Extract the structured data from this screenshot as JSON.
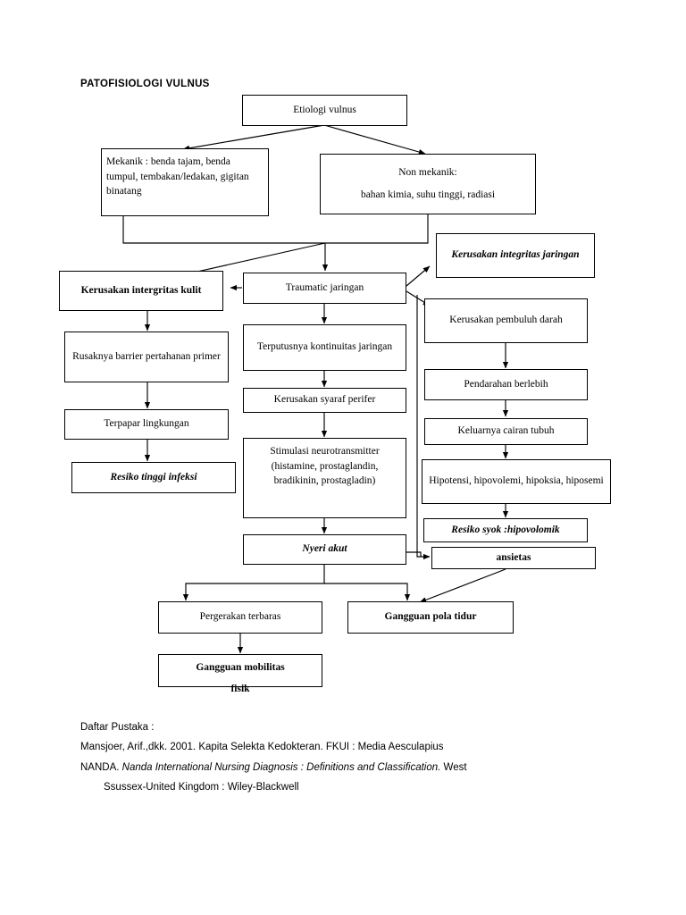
{
  "document": {
    "title": "PATOFISIOLOGI VULNUS"
  },
  "diagram": {
    "type": "flowchart",
    "nodes": [
      {
        "id": "etiologi",
        "label": "Etiologi vulnus"
      },
      {
        "id": "mekanik",
        "label": "Mekanik :  benda tajam, benda tumpul, tembakan/ledakan, gigitan binatang"
      },
      {
        "id": "nonmekanik1",
        "label": "Non mekanik:"
      },
      {
        "id": "nonmekanik2",
        "label": "bahan kimia, suhu tinggi, radiasi"
      },
      {
        "id": "kerusakan_jaringan",
        "label": "Kerusakan integritas jaringan"
      },
      {
        "id": "kerusakan_kulit",
        "label": "Kerusakan intergritas kulit"
      },
      {
        "id": "traumatic",
        "label": "Traumatic jaringan"
      },
      {
        "id": "pembuluh",
        "label": "Kerusakan pembuluh darah"
      },
      {
        "id": "rusak_barrier",
        "label": "Rusaknya barrier pertahanan primer"
      },
      {
        "id": "kontinuitas",
        "label": "Terputusnya kontinuitas jaringan"
      },
      {
        "id": "pendarahan",
        "label": "Pendarahan berlebih"
      },
      {
        "id": "syaraf",
        "label": "Kerusakan syaraf perifer"
      },
      {
        "id": "terpapar",
        "label": "Terpapar lingkungan"
      },
      {
        "id": "keluarnya",
        "label": "Keluarnya cairan tubuh"
      },
      {
        "id": "stimulasi",
        "label": "Stimulasi neurotransmitter (histamine, prostaglandin, bradikinin, prostagladin)"
      },
      {
        "id": "hipotensi",
        "label": "Hipotensi, hipovolemi, hipoksia, hiposemi"
      },
      {
        "id": "resiko_infeksi",
        "label": "Resiko tinggi infeksi"
      },
      {
        "id": "resiko_syok",
        "label": "Resiko syok :hipovolomik"
      },
      {
        "id": "nyeri",
        "label": "Nyeri akut"
      },
      {
        "id": "ansietas",
        "label": "ansietas"
      },
      {
        "id": "pergerakan",
        "label": "Pergerakan terbaras"
      },
      {
        "id": "pola_tidur",
        "label": "Gangguan pola tidur"
      },
      {
        "id": "mobilitas",
        "label": "Gangguan mobilitas"
      },
      {
        "id": "mobilitas2",
        "label": "fisik"
      }
    ]
  },
  "references": {
    "heading": "Daftar Pustaka :",
    "line1": "Mansjoer, Arif.,dkk. 2001. Kapita Selekta Kedokteran. FKUI : Media Aesculapius",
    "line2_prefix": "NANDA. ",
    "line2_italic": "Nanda International Nursing Diagnosis : Definitions and Classification.",
    "line2_suffix": " West",
    "line3": "Ssussex-United Kingdom : Wiley-Blackwell"
  }
}
